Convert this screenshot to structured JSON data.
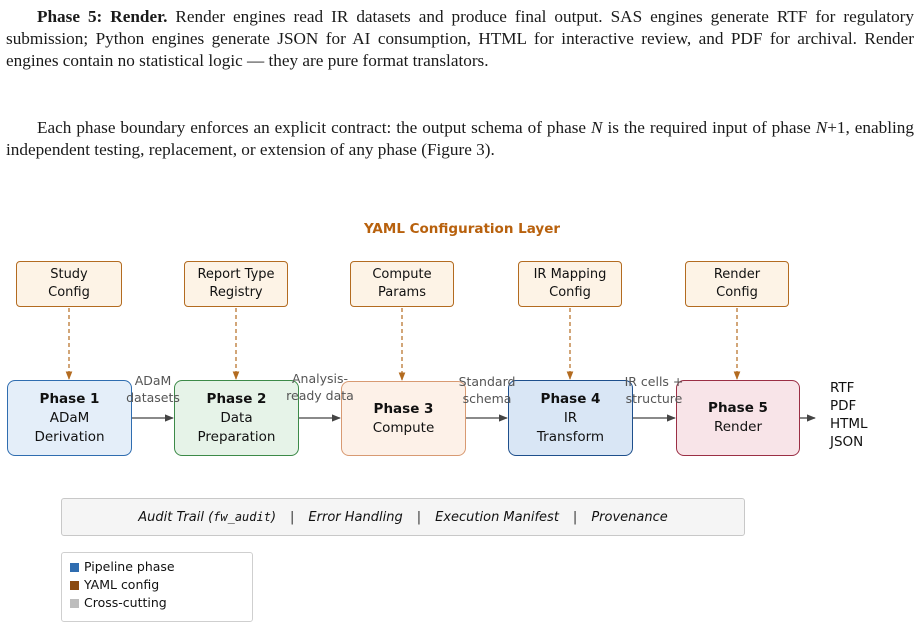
{
  "text": {
    "p1_lead": "Phase 5: Render.",
    "p1_body": " Render engines read IR datasets and produce final output. SAS engines generate RTF for regulatory submission; Python engines generate JSON for AI consumption, HTML for interactive review, and PDF for archival. Render engines contain no statistical logic — they are pure format translators.",
    "p2_part1": "Each phase boundary enforces an explicit contract: the output schema of phase ",
    "p2_var1": "N",
    "p2_part2": " is the required input of phase ",
    "p2_var2": "N",
    "p2_part3": "+1, enabling independent testing, replacement, or extension of any phase (Figure 3)."
  },
  "figure": {
    "layer_title": "YAML Configuration Layer",
    "configs": [
      {
        "label": "Study\nConfig"
      },
      {
        "label": "Report Type\nRegistry"
      },
      {
        "label": "Compute\nParams"
      },
      {
        "label": "IR Mapping\nConfig"
      },
      {
        "label": "Render\nConfig"
      }
    ],
    "phases": [
      {
        "title": "Phase 1",
        "desc": "ADaM\nDerivation"
      },
      {
        "title": "Phase 2",
        "desc": "Data\nPreparation"
      },
      {
        "title": "Phase 3",
        "desc": "Compute"
      },
      {
        "title": "Phase 4",
        "desc": "IR\nTransform"
      },
      {
        "title": "Phase 5",
        "desc": "Render"
      }
    ],
    "edges": [
      {
        "label": "ADaM\ndatasets"
      },
      {
        "label": "Analysis-\nready data"
      },
      {
        "label": "Standard\nschema"
      },
      {
        "label": "IR cells +\nstructure"
      }
    ],
    "outputs": [
      "RTF",
      "PDF",
      "HTML",
      "JSON"
    ],
    "crosscutting": {
      "audit_prefix": "Audit Trail (",
      "audit_code": "fw_audit",
      "audit_suffix": ")",
      "separator": "|",
      "error": "Error Handling",
      "manifest": "Execution Manifest",
      "provenance": "Provenance"
    },
    "legend": [
      {
        "label": "Pipeline phase",
        "color": "#2f6db0"
      },
      {
        "label": "YAML config",
        "color": "#8b4a10"
      },
      {
        "label": "Cross-cutting",
        "color": "#bdbdbd"
      }
    ],
    "colors": {
      "config_border": "#b36b20",
      "config_fill": "#fdf3e6",
      "dashed_arrow": "#b36b20",
      "flow_arrow": "#444444",
      "phase1_fill": "#e4eef9",
      "phase1_border": "#2f6db0",
      "phase2_fill": "#e6f3e8",
      "phase2_border": "#3c8a48",
      "phase3_fill": "#fdf1e8",
      "phase3_border": "#d89a72",
      "phase4_fill": "#d9e6f5",
      "phase4_border": "#1e4f8c",
      "phase5_fill": "#f8e4e8",
      "phase5_border": "#9b2f45"
    }
  }
}
